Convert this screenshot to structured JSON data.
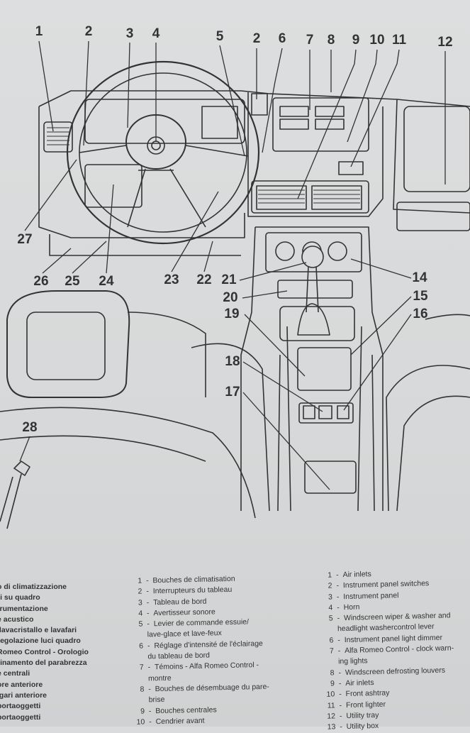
{
  "callouts": {
    "c1": "1",
    "c2a": "2",
    "c3": "3",
    "c4": "4",
    "c5": "5",
    "c2b": "2",
    "c6": "6",
    "c7": "7",
    "c8": "8",
    "c9": "9",
    "c10": "10",
    "c11": "11",
    "c12": "12",
    "c27": "27",
    "c26": "26",
    "c25": "25",
    "c24": "24",
    "c23": "23",
    "c22": "22",
    "c21": "21",
    "c20": "20",
    "c19": "19",
    "c18": "18",
    "c17": "17",
    "c14": "14",
    "c15": "15",
    "c16": "16",
    "c28": "28"
  },
  "legend_it": [
    "o di climatizzazione",
    "ri su quadro",
    "trumentazione",
    "e acustico",
    "ilavacristallo e lavafari",
    "regolazione luci quadro",
    "Romeo Control - Orologio",
    "rinamento del parabrezza",
    "e centrali",
    "ore anteriore",
    "igari anteriore",
    "portaoggetti",
    " portaoggetti"
  ],
  "legend_fr": [
    {
      "n": "1",
      "t": "Bouches de climatisation"
    },
    {
      "n": "2",
      "t": "Interrupteurs du tableau"
    },
    {
      "n": "3",
      "t": "Tableau de bord"
    },
    {
      "n": "4",
      "t": "Avertisseur sonore"
    },
    {
      "n": "5",
      "t": "Levier de commande essuie/",
      "c": "lave-glace et lave-feux"
    },
    {
      "n": "6",
      "t": "Réglage d'intensité de l'éclairage",
      "c": "du tableau de bord"
    },
    {
      "n": "7",
      "t": "Témoins - Alfa Romeo Control -",
      "c": "montre"
    },
    {
      "n": "8",
      "t": "Bouches de désembuage du pare-",
      "c": "brise"
    },
    {
      "n": "9",
      "t": "Bouches centrales"
    },
    {
      "n": "10",
      "t": "Cendrier avant"
    }
  ],
  "legend_en": [
    {
      "n": "1",
      "t": "Air inlets"
    },
    {
      "n": "2",
      "t": "Instrument panel switches"
    },
    {
      "n": "3",
      "t": "Instrument panel"
    },
    {
      "n": "4",
      "t": "Horn"
    },
    {
      "n": "5",
      "t": "Windscreen wiper & washer and",
      "c": "headlight washercontrol lever"
    },
    {
      "n": "6",
      "t": "Instrument panel light dimmer"
    },
    {
      "n": "7",
      "t": "Alfa Romeo Control - clock warn-",
      "c": "ing lights"
    },
    {
      "n": "8",
      "t": "Windscreen defrosting louvers"
    },
    {
      "n": "9",
      "t": "Air inlets"
    },
    {
      "n": "10",
      "t": "Front ashtray"
    },
    {
      "n": "11",
      "t": "Front lighter"
    },
    {
      "n": "12",
      "t": "Utility tray"
    },
    {
      "n": "13",
      "t": "Utility box"
    }
  ]
}
